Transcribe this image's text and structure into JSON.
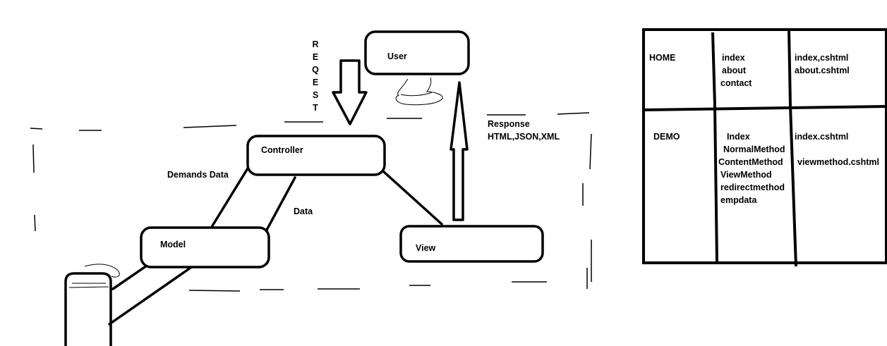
{
  "diagram": {
    "nodes": {
      "user": "User",
      "controller": "Controller",
      "model": "Model",
      "view": "View"
    },
    "request_letters": [
      "R",
      "E",
      "Q",
      "E",
      "S",
      "T"
    ],
    "response": {
      "line1": "Response",
      "line2": "HTML,JSON,XML"
    },
    "demands_data": "Demands Data",
    "data": "Data"
  },
  "table": {
    "rows": [
      {
        "controller": "HOME",
        "actions": [
          "index",
          "about",
          "contact"
        ],
        "views": [
          "index,cshtml",
          "about.cshtml"
        ]
      },
      {
        "controller": "DEMO",
        "actions": [
          "Index",
          "NormalMethod",
          "ContentMethod",
          "ViewMethod",
          "redirectmethod",
          "empdata"
        ],
        "views": [
          "index.cshtml",
          "",
          "viewmethod.cshtml"
        ]
      }
    ]
  }
}
